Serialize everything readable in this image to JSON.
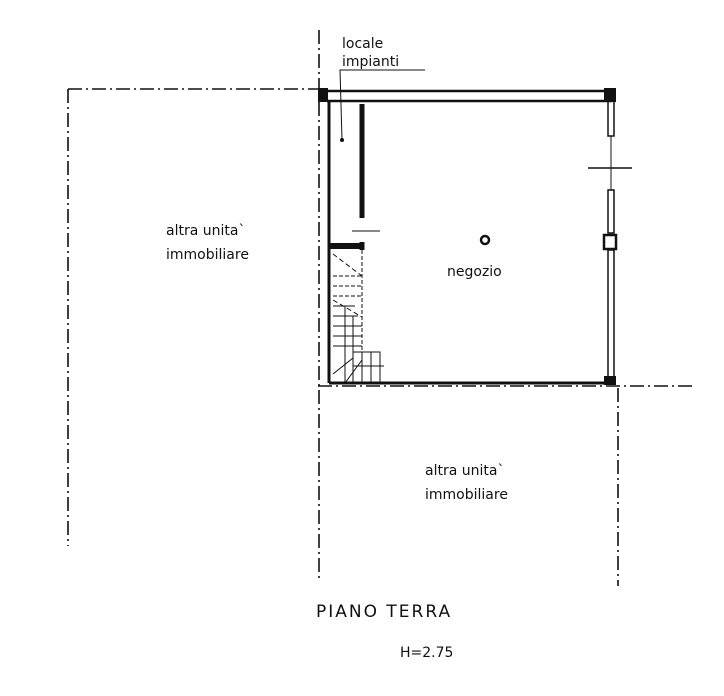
{
  "plan": {
    "title": "PIANO TERRA",
    "height_label": "H=2.75",
    "rooms": {
      "shop": "negozio",
      "utility_line1": "locale",
      "utility_line2": "impianti",
      "left_unit_line1": "altra unita`",
      "left_unit_line2": "immobiliare",
      "bottom_unit_line1": "altra unita`",
      "bottom_unit_line2": "immobiliare"
    }
  }
}
